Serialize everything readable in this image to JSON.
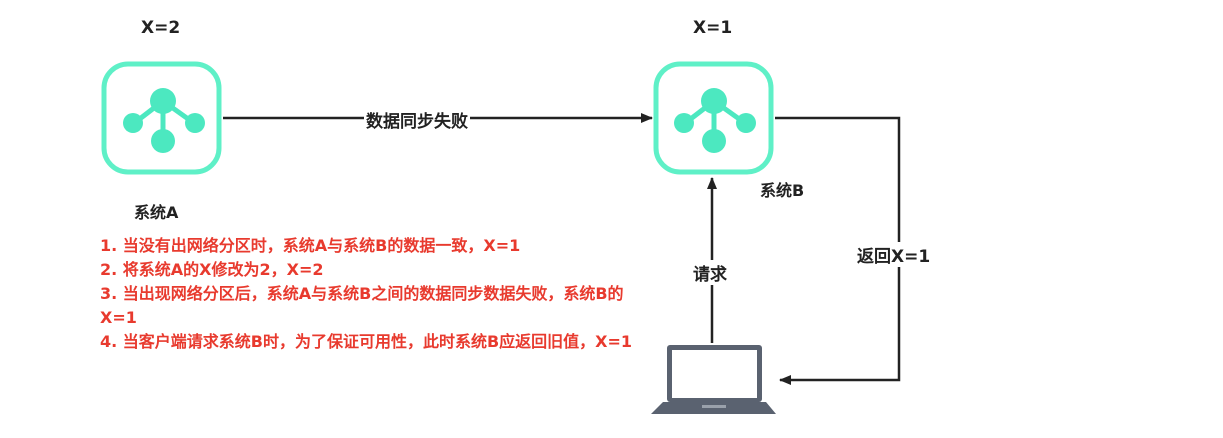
{
  "colors": {
    "node_border": "#5ff0c7",
    "node_fill": "#4ce8c0",
    "edge": "#222222",
    "note_text": "#e83a2e"
  },
  "system_a": {
    "value_label": "X=2",
    "name": "系统A",
    "icon": "share-node-icon"
  },
  "system_b": {
    "value_label": "X=1",
    "name": "系统B",
    "icon": "share-node-icon"
  },
  "client": {
    "icon": "laptop-icon"
  },
  "edges": {
    "sync_label": "数据同步失败",
    "request_label": "请求",
    "return_label": "返回X=1"
  },
  "notes": [
    "1. 当没有出网络分区时，系统A与系统B的数据一致，X=1",
    "2. 将系统A的X修改为2，X=2",
    "3. 当出现网络分区后，系统A与系统B之间的数据同步数据失败，系统B的X=1",
    "4. 当客户端请求系统B时，为了保证可用性，此时系统B应返回旧值，X=1"
  ]
}
